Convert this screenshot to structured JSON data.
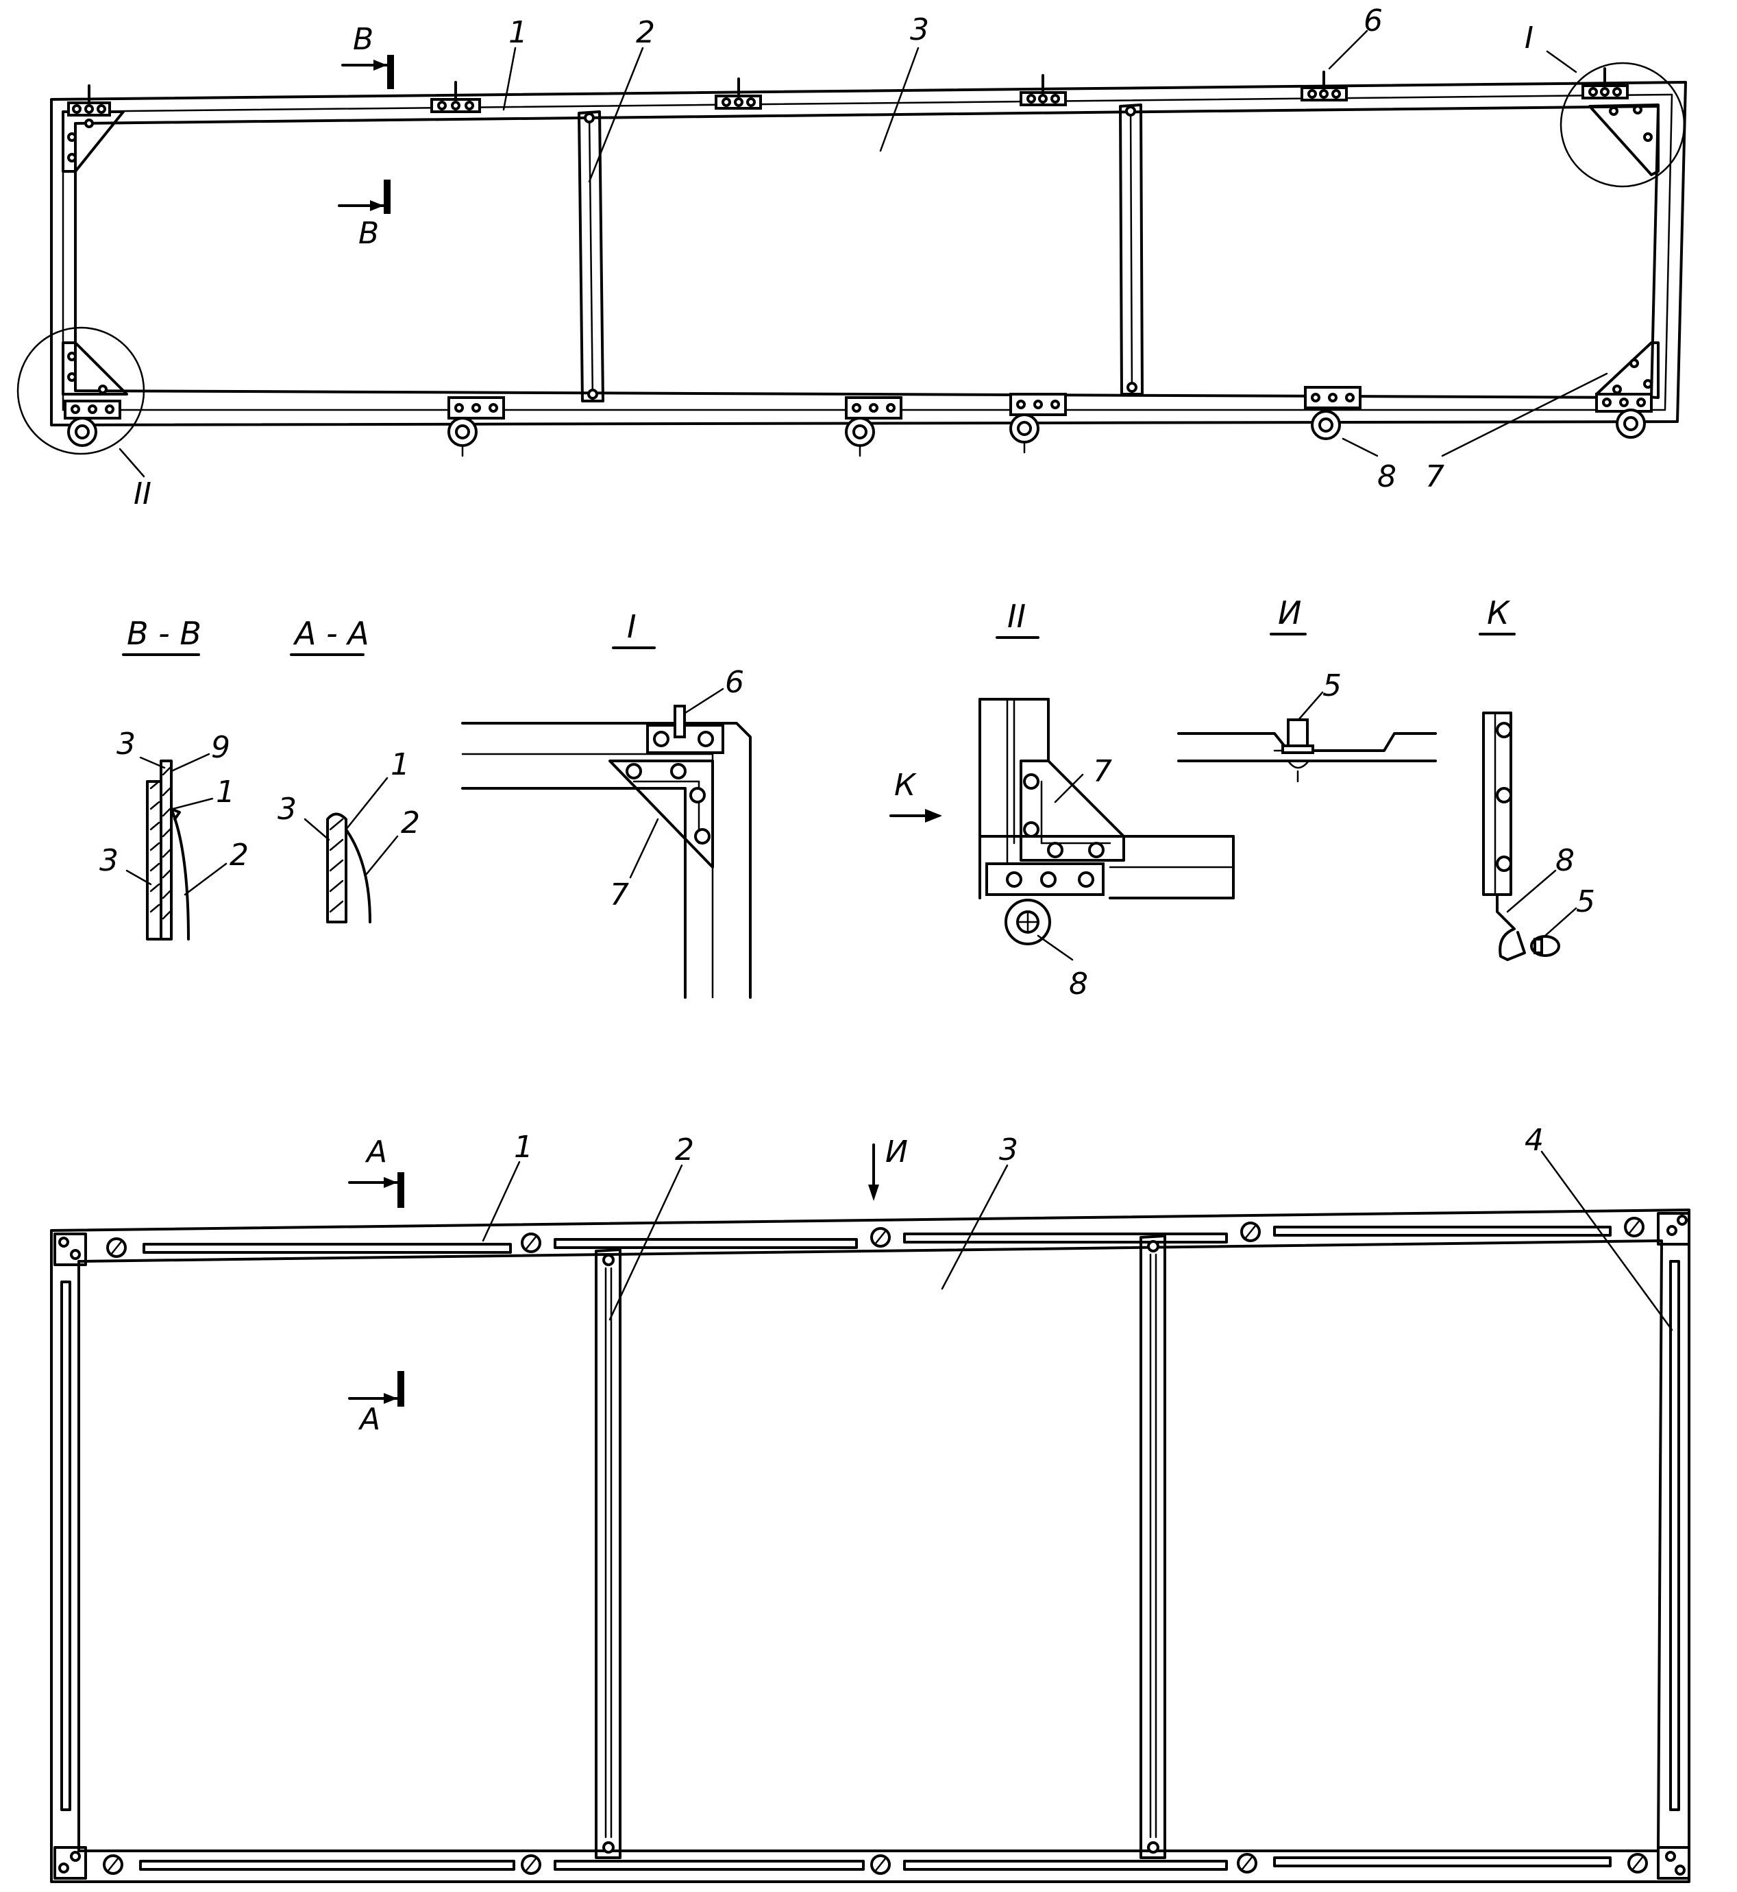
{
  "labels": {
    "n1": "1",
    "n2": "2",
    "n3": "3",
    "n4": "4",
    "n5": "5",
    "n6": "6",
    "n7": "7",
    "n8": "8",
    "n9": "9",
    "sec_b": "В",
    "sec_a": "А",
    "node_1": "I",
    "node_2": "II",
    "view_i": "И",
    "view_k": "К"
  },
  "titles": {
    "section_bb": "В - В",
    "section_aa": "А - А",
    "detail_1": "I",
    "detail_2": "II",
    "view_i": "И",
    "view_k": "К"
  }
}
